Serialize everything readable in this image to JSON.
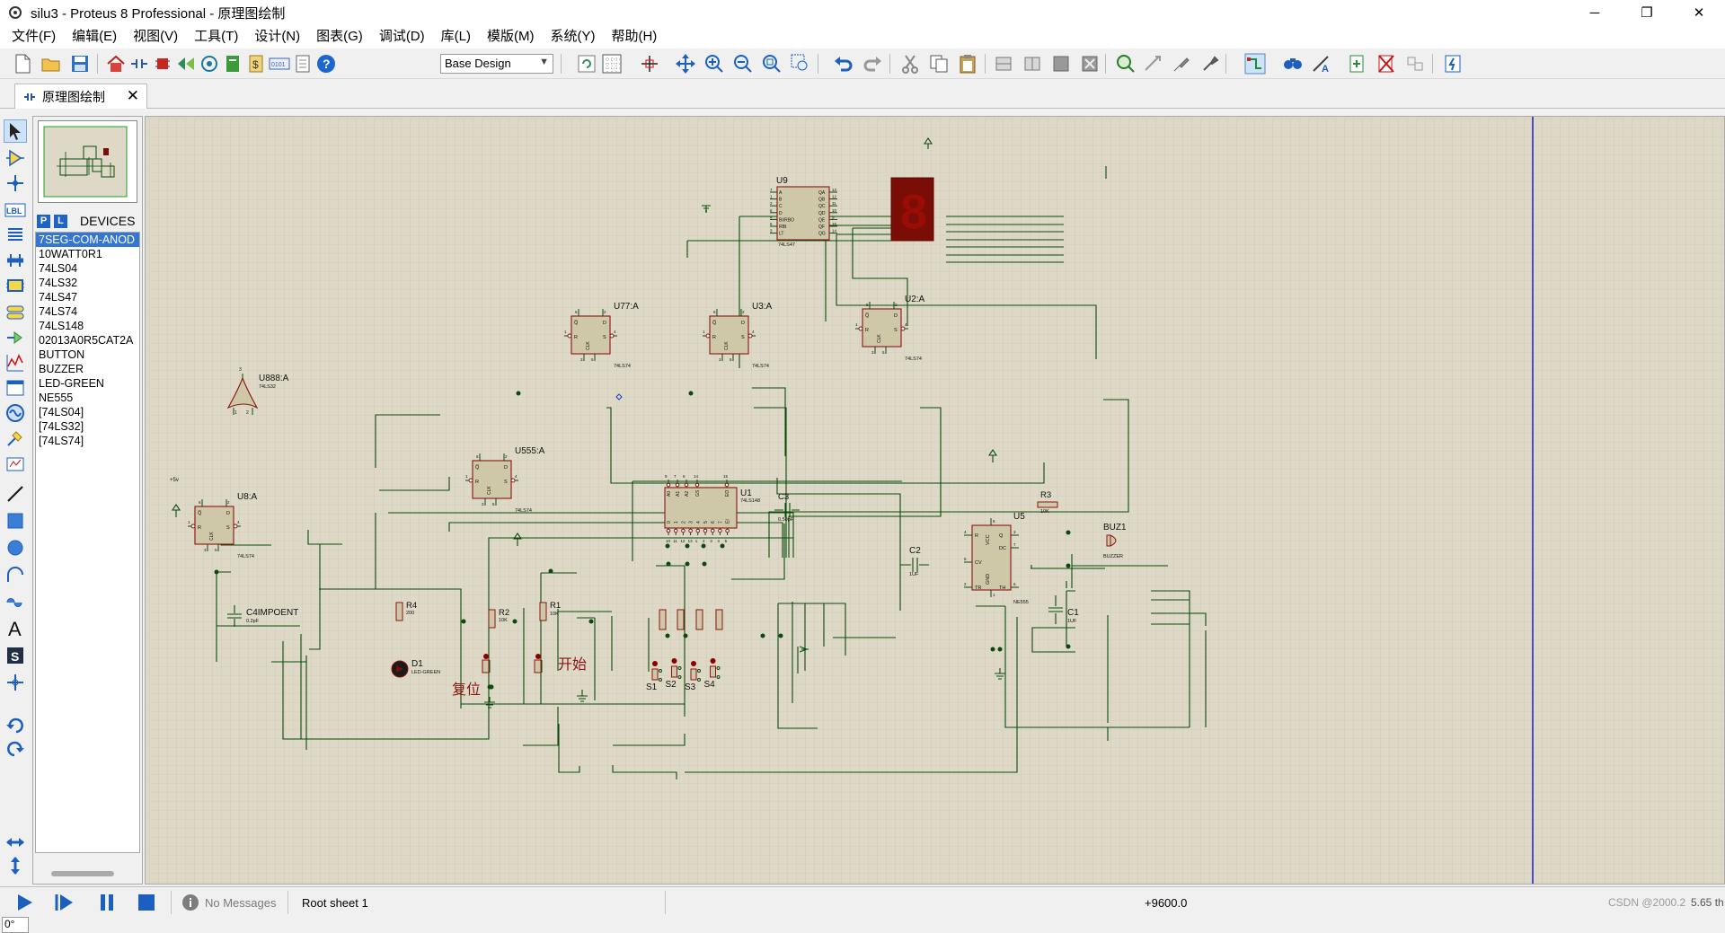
{
  "window": {
    "title": "silu3 - Proteus 8 Professional - 原理图绘制",
    "minimize_glyph": "─",
    "restore_glyph": "❐",
    "close_glyph": "✕"
  },
  "menu": [
    "文件(F)",
    "编辑(E)",
    "视图(V)",
    "工具(T)",
    "设计(N)",
    "图表(G)",
    "调试(D)",
    "库(L)",
    "模版(M)",
    "系统(Y)",
    "帮助(H)"
  ],
  "toolbar": {
    "design_select": "Base Design",
    "help_glyph": "?"
  },
  "tab": {
    "label": "原理图绘制",
    "close_glyph": "✕"
  },
  "devices": {
    "p_label": "P",
    "l_label": "L",
    "header": "DEVICES",
    "items": [
      "7SEG-COM-ANOD",
      "10WATT0R1",
      "74LS04",
      "74LS32",
      "74LS47",
      "74LS74",
      "74LS148",
      "02013A0R5CAT2A",
      "BUTTON",
      "BUZZER",
      "LED-GREEN",
      "NE555",
      "[74LS04]",
      "[74LS32]",
      "[74LS74]"
    ],
    "selected_index": 0
  },
  "rotation": "0°",
  "status": {
    "messages": "No Messages",
    "sheet": "Root sheet 1",
    "coord": "+9600.0",
    "watermark": "CSDN @2000.2",
    "coord_tail": "5.65 th"
  },
  "schematic": {
    "components": {
      "u9": {
        "ref": "U9",
        "part": "74LS47",
        "in_pins": [
          "A",
          "B",
          "C",
          "D",
          "BI/RBO",
          "RBI",
          "LT"
        ],
        "out_pins": [
          "QA",
          "QB",
          "QC",
          "QD",
          "QE",
          "QF",
          "QG"
        ],
        "in_nums": [
          "7",
          "1",
          "2",
          "6",
          "4",
          "5",
          "3"
        ],
        "out_nums": [
          "13",
          "12",
          "11",
          "10",
          "9",
          "15",
          "14"
        ]
      },
      "seg": {
        "digit": "8"
      },
      "u77a": {
        "ref": "U77:A",
        "part": "74LS74"
      },
      "u3a": {
        "ref": "U3:A",
        "part": "74LS74"
      },
      "u2a": {
        "ref": "U2:A",
        "part": "74LS74"
      },
      "u888a": {
        "ref": "U888:A",
        "part": "74LS32"
      },
      "u555a": {
        "ref": "U555:A",
        "part": "74LS74"
      },
      "u8a": {
        "ref": "U8:A",
        "part": "74LS74"
      },
      "u1": {
        "ref": "U1",
        "part": "74LS148",
        "top_pins": [
          "A0",
          "A1",
          "A2",
          "GS",
          "EO"
        ],
        "top_nums": [
          "9",
          "7",
          "6",
          "14",
          "15"
        ],
        "bot_pins": [
          "0",
          "1",
          "2",
          "3",
          "4",
          "5",
          "6",
          "7",
          "EI"
        ],
        "bot_nums": [
          "10",
          "11",
          "12",
          "13",
          "1",
          "2",
          "3",
          "4",
          "5"
        ]
      },
      "u5": {
        "ref": "U5",
        "part": "NE555",
        "pins": [
          "R",
          "VCC",
          "Q",
          "DC",
          "CV",
          "TR",
          "GND",
          "TH"
        ],
        "nums": [
          "4",
          "8",
          "3",
          "7",
          "5",
          "2",
          "1",
          "6"
        ]
      },
      "c3": {
        "ref": "C3",
        "value": "0.50pF"
      },
      "c4": {
        "ref": "C4IMPOENT",
        "value": "0.2pF"
      },
      "c2": {
        "ref": "C2",
        "value": "1UF"
      },
      "c1": {
        "ref": "C1",
        "value": "1UF"
      },
      "r4": {
        "ref": "R4",
        "value": "200"
      },
      "r2": {
        "ref": "R2",
        "value": "10K"
      },
      "r1": {
        "ref": "R1",
        "value": "10K"
      },
      "r3": {
        "ref": "R3",
        "value": "10K"
      },
      "d1": {
        "ref": "D1",
        "part": "LED-GREEN"
      },
      "buz1": {
        "ref": "BUZ1",
        "part": "BUZZER"
      },
      "s1": {
        "ref": "S1"
      },
      "s2": {
        "ref": "S2"
      },
      "s3": {
        "ref": "S3"
      },
      "s4": {
        "ref": "S4"
      },
      "power_label": "+5v"
    },
    "ff_pins": {
      "s": "S",
      "r": "R",
      "d": "D",
      "clk": "CLK",
      "q": "Q",
      "qbar": "Q̅"
    },
    "ff_nums": {
      "s": "4",
      "r": "1",
      "d": "2",
      "clk": "3",
      "q": "5",
      "qbar": "6"
    },
    "or_nums": {
      "a": "1",
      "b": "2",
      "y": "3"
    },
    "labels": {
      "reset": "复位",
      "start": "开始"
    }
  },
  "colors": {
    "sheet_bg": "#ddd9c6",
    "grid": "#cfcab5",
    "wire": "#0b4a0b",
    "component_fill": "#cfc8a8",
    "component_stroke": "#8b1414",
    "label": "#111111",
    "segment_bg": "#7a0d05",
    "segment_on": "#990d05"
  }
}
